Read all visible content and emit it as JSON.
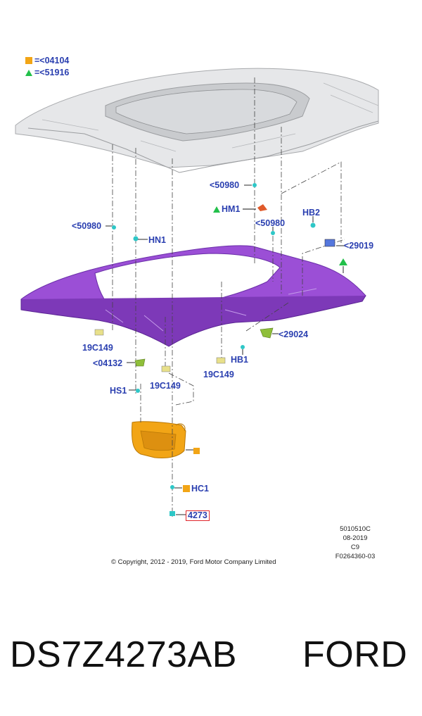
{
  "legend": [
    {
      "shape": "square",
      "color": "#f2a516",
      "label": "=<04104"
    },
    {
      "shape": "triangle",
      "color": "#22c04a",
      "label": "=<51916"
    }
  ],
  "callouts": {
    "c50980_top": "<50980",
    "hm1": "HM1",
    "hb2": "HB2",
    "c50980_left": "<50980",
    "c50980_right": "<50980",
    "hn1": "HN1",
    "c29019": "<29019",
    "c29024": "<29024",
    "c19c149_left": "19C149",
    "hb1": "HB1",
    "c04132": "<04132",
    "c19c149_right": "19C149",
    "hs1": "HS1",
    "c19c149_mid": "19C149",
    "hc1": "HC1",
    "part_4273": "4273"
  },
  "meta": {
    "code": "5010510C",
    "date": "08-2019",
    "rev": "C9",
    "figure": "F0264360-03"
  },
  "copyright": "© Copyright, 2012 - 2019, Ford Motor Company Limited",
  "footer": {
    "part_number": "DS7Z4273AB",
    "brand": "FORD"
  },
  "colors": {
    "headliner": "#9b4fd6",
    "visor": "#f2a516",
    "callout_text": "#2a3fb0",
    "highlight_border": "#e0262b",
    "clip": "#2ec7c7"
  }
}
